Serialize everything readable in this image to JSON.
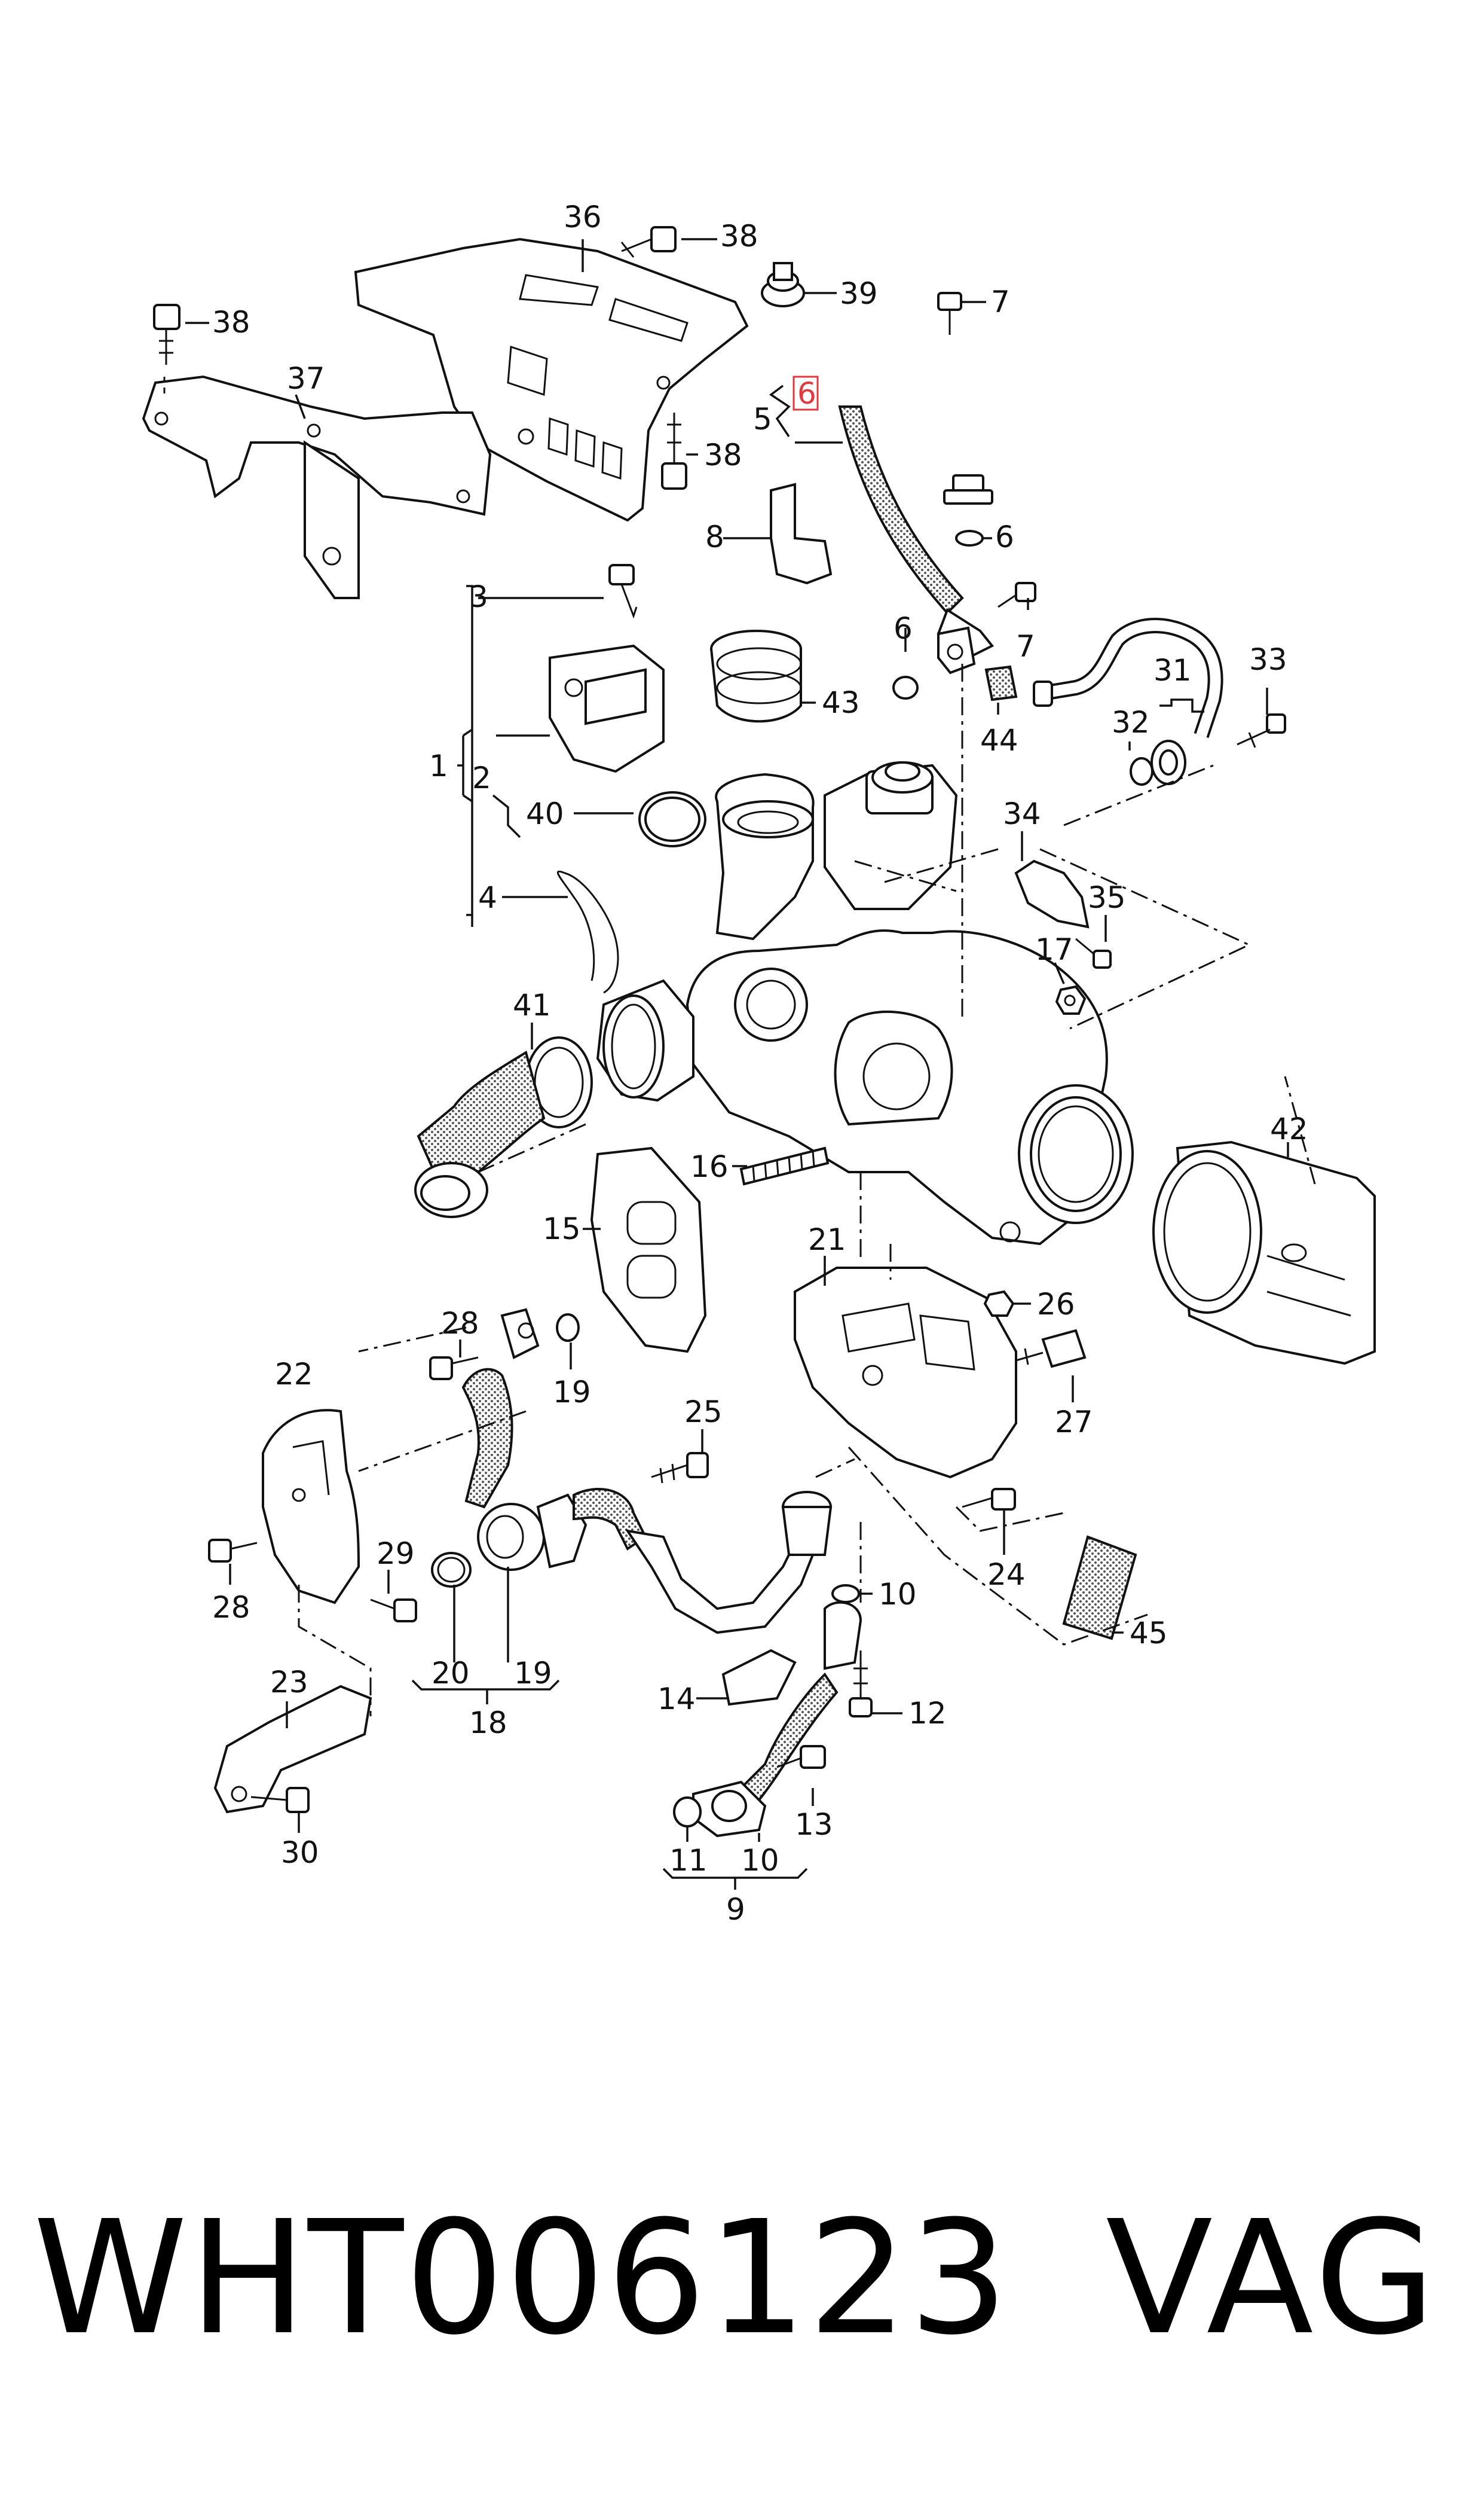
{
  "callouts": [
    {
      "id": "c36",
      "text": "36"
    },
    {
      "id": "c38a",
      "text": "38"
    },
    {
      "id": "c39",
      "text": "39"
    },
    {
      "id": "c7a",
      "text": "7"
    },
    {
      "id": "c38b",
      "text": "38"
    },
    {
      "id": "c37",
      "text": "37"
    },
    {
      "id": "c5",
      "text": "5"
    },
    {
      "id": "c6box",
      "text": "6"
    },
    {
      "id": "c38c",
      "text": "38"
    },
    {
      "id": "c8",
      "text": "8"
    },
    {
      "id": "c6b",
      "text": "6"
    },
    {
      "id": "c3",
      "text": "3"
    },
    {
      "id": "c7b",
      "text": "7"
    },
    {
      "id": "c6c",
      "text": "6"
    },
    {
      "id": "c43",
      "text": "43"
    },
    {
      "id": "c31",
      "text": "31"
    },
    {
      "id": "c33",
      "text": "33"
    },
    {
      "id": "c44",
      "text": "44"
    },
    {
      "id": "c32",
      "text": "32"
    },
    {
      "id": "c1",
      "text": "1"
    },
    {
      "id": "c2",
      "text": "2"
    },
    {
      "id": "c40",
      "text": "40"
    },
    {
      "id": "c34",
      "text": "34"
    },
    {
      "id": "c4",
      "text": "4"
    },
    {
      "id": "c35",
      "text": "35"
    },
    {
      "id": "c17",
      "text": "17"
    },
    {
      "id": "c41",
      "text": "41"
    },
    {
      "id": "c42",
      "text": "42"
    },
    {
      "id": "c16",
      "text": "16"
    },
    {
      "id": "c15",
      "text": "15"
    },
    {
      "id": "c21",
      "text": "21"
    },
    {
      "id": "c26",
      "text": "26"
    },
    {
      "id": "c28a",
      "text": "28"
    },
    {
      "id": "c19a",
      "text": "19"
    },
    {
      "id": "c27",
      "text": "27"
    },
    {
      "id": "c22",
      "text": "22"
    },
    {
      "id": "c25",
      "text": "25"
    },
    {
      "id": "c29",
      "text": "29"
    },
    {
      "id": "c24",
      "text": "24"
    },
    {
      "id": "c28b",
      "text": "28"
    },
    {
      "id": "c10a",
      "text": "10"
    },
    {
      "id": "c45",
      "text": "45"
    },
    {
      "id": "c20",
      "text": "20"
    },
    {
      "id": "c19b",
      "text": "19"
    },
    {
      "id": "c18",
      "text": "18"
    },
    {
      "id": "c23",
      "text": "23"
    },
    {
      "id": "c14",
      "text": "14"
    },
    {
      "id": "c12",
      "text": "12"
    },
    {
      "id": "c13",
      "text": "13"
    },
    {
      "id": "c11",
      "text": "11"
    },
    {
      "id": "c10b",
      "text": "10"
    },
    {
      "id": "c9",
      "text": "9"
    },
    {
      "id": "c30",
      "text": "30"
    }
  ],
  "caption": {
    "part_number": "WHT006123",
    "brand": "VAG"
  },
  "colors": {
    "ink": "#111111",
    "highlight": "#e0393e"
  }
}
